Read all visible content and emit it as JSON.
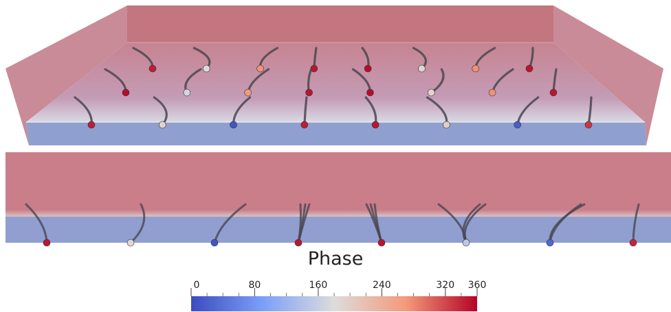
{
  "colorbar": {
    "title": "Phase",
    "ticks": [
      "0",
      "80",
      "160",
      "240",
      "320",
      "360"
    ],
    "tick_values": [
      0,
      80,
      160,
      240,
      320,
      360
    ],
    "min": 0,
    "max": 360,
    "colors": [
      "#3b4cc0",
      "#dddcdc",
      "#b40426"
    ]
  },
  "scene": {
    "top_fluid_color": "#c87f8a",
    "bottom_fluid_color": "#8f9fcf",
    "cilia_color": "#4a4650"
  },
  "top_view_cilia": [
    {
      "phase": 345,
      "lean": -28,
      "bend": 10
    },
    {
      "phase": 185,
      "lean": -18,
      "bend": 20
    },
    {
      "phase": 275,
      "lean": 25,
      "bend": -10
    },
    {
      "phase": 350,
      "lean": 3,
      "bend": 0
    },
    {
      "phase": 355,
      "lean": -8,
      "bend": 6
    },
    {
      "phase": 190,
      "lean": -12,
      "bend": 20
    },
    {
      "phase": 275,
      "lean": 28,
      "bend": -8
    },
    {
      "phase": 350,
      "lean": 5,
      "bend": 4
    },
    {
      "phase": 355,
      "lean": -30,
      "bend": 10
    },
    {
      "phase": 170,
      "lean": 20,
      "bend": -15
    },
    {
      "phase": 270,
      "lean": 30,
      "bend": -6
    },
    {
      "phase": 350,
      "lean": 3,
      "bend": -4
    },
    {
      "phase": 355,
      "lean": -25,
      "bend": 8
    },
    {
      "phase": 190,
      "lean": 15,
      "bend": 20
    },
    {
      "phase": 275,
      "lean": 30,
      "bend": -5
    },
    {
      "phase": 350,
      "lean": 4,
      "bend": 0
    },
    {
      "phase": 345,
      "lean": -24,
      "bend": 10
    },
    {
      "phase": 195,
      "lean": -12,
      "bend": 20
    },
    {
      "phase": 10,
      "lean": 24,
      "bend": -8
    },
    {
      "phase": 345,
      "lean": 3,
      "bend": 0
    },
    {
      "phase": 350,
      "lean": -14,
      "bend": 8
    },
    {
      "phase": 200,
      "lean": -28,
      "bend": 12
    },
    {
      "phase": 20,
      "lean": 30,
      "bend": -6
    },
    {
      "phase": 330,
      "lean": 4,
      "bend": 2
    }
  ],
  "side_view_cilia": [
    {
      "phase": 350,
      "strands": [
        [
          -30,
          8
        ]
      ]
    },
    {
      "phase": 190,
      "strands": [
        [
          15,
          25
        ]
      ]
    },
    {
      "phase": 10,
      "strands": [
        [
          45,
          -6
        ]
      ]
    },
    {
      "phase": 350,
      "strands": [
        [
          3,
          4
        ],
        [
          10,
          3
        ],
        [
          16,
          2
        ]
      ]
    },
    {
      "phase": 350,
      "strands": [
        [
          -10,
          -4
        ],
        [
          -16,
          -3
        ],
        [
          -22,
          -2
        ]
      ]
    },
    {
      "phase": 150,
      "strands": [
        [
          -40,
          10
        ],
        [
          20,
          -20
        ],
        [
          28,
          -18
        ]
      ]
    },
    {
      "phase": 30,
      "strands": [
        [
          45,
          -10
        ],
        [
          50,
          -18
        ]
      ]
    },
    {
      "phase": 340,
      "strands": [
        [
          8,
          -2
        ]
      ]
    }
  ]
}
